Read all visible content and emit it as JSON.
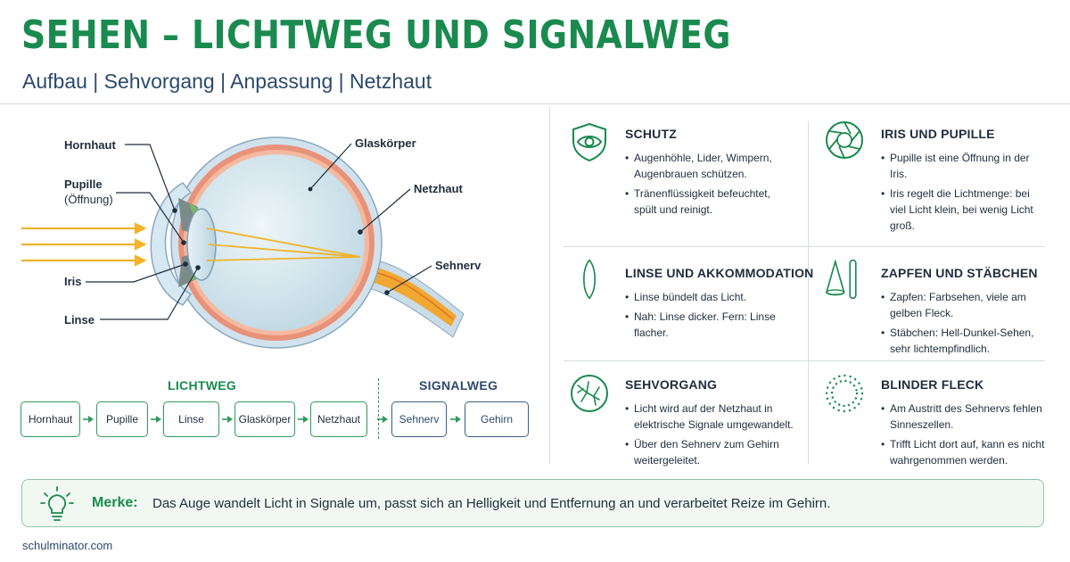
{
  "header": {
    "title": "SEHEN – LICHTWEG UND SIGNALWEG",
    "subtitle": "Aufbau | Sehvorgang | Anpassung | Netzhaut"
  },
  "eye_diagram": {
    "labels": {
      "hornhaut": "Hornhaut",
      "pupille": "Pupille",
      "pupille_sub": "(Öffnung)",
      "iris": "Iris",
      "linse": "Linse",
      "glaskoerper": "Glaskörper",
      "netzhaut": "Netzhaut",
      "sehnerv": "Sehnerv"
    },
    "colors": {
      "light_ray": "#f0b32a",
      "sclera": "#c9dce8",
      "choroid": "#e8927a",
      "vitreous": "#dcecf2",
      "nerve": "#f0a832"
    }
  },
  "flow": {
    "lichtweg_title": "LICHTWEG",
    "signalweg_title": "SIGNALWEG",
    "lichtweg_steps": [
      "Hornhaut",
      "Pupille",
      "Linse",
      "Glaskörper",
      "Netzhaut"
    ],
    "signalweg_steps": [
      "Sehnerv",
      "Gehirn"
    ]
  },
  "cards": {
    "schutz": {
      "title": "SCHUTZ",
      "icon": "shield-eye-icon",
      "bullets": [
        "Augenhöhle, Lider, Wimpern, Augenbrauen schützen.",
        "Tränenflüssigkeit befeuchtet, spült und reinigt."
      ]
    },
    "iris": {
      "title": "IRIS UND PUPILLE",
      "icon": "aperture-icon",
      "bullets": [
        "Pupille ist eine Öffnung in der Iris.",
        "Iris regelt die Lichtmenge: bei viel Licht klein, bei wenig Licht groß."
      ]
    },
    "linse": {
      "title": "LINSE UND AKKOMMODATION",
      "icon": "lens-icon",
      "bullets": [
        "Linse bündelt das Licht.",
        "Nah: Linse dicker. Fern: Linse flacher."
      ]
    },
    "zapfen": {
      "title": "ZAPFEN UND STÄBCHEN",
      "icon": "cone-rod-icon",
      "bullets": [
        "Zapfen: Farbsehen, viele am gelben Fleck.",
        "Stäbchen: Hell-Dunkel-Sehen, sehr lichtempfindlich."
      ]
    },
    "sehvorgang": {
      "title": "SEHVORGANG",
      "icon": "nerve-cell-icon",
      "bullets": [
        "Licht wird auf der Netzhaut in elektrische Signale umgewandelt.",
        "Über den Sehnerv zum Gehirn weitergeleitet."
      ]
    },
    "blinder": {
      "title": "BLINDER FLECK",
      "icon": "dotted-circle-icon",
      "bullets": [
        "Am Austritt des Sehnervs fehlen Sinneszellen.",
        "Trifft Licht dort auf, kann es nicht wahrgenommen werden."
      ]
    }
  },
  "merke": {
    "label": "Merke:",
    "text": "Das Auge wandelt Licht in Signale um, passt sich an Helligkeit und Entfernung an und verarbeitet Reize im Gehirn.",
    "icon": "lightbulb-icon"
  },
  "footer": {
    "source": "schulminator.com"
  },
  "colors": {
    "accent_green": "#1a8a4f",
    "navy": "#2b4a6b",
    "text": "#1f2d3d"
  }
}
